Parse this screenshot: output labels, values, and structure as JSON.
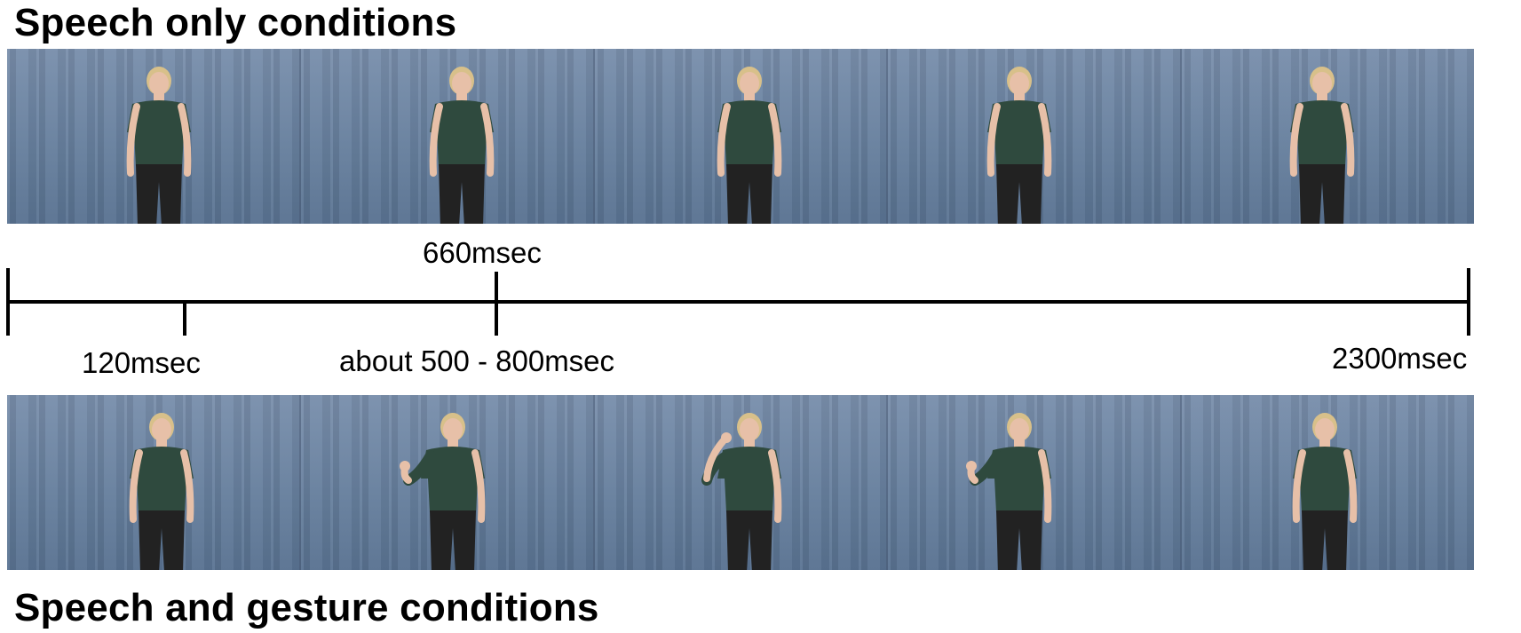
{
  "titles": {
    "top": "Speech only conditions",
    "bottom": "Speech and gesture conditions"
  },
  "strips": {
    "top": {
      "frames": [
        "neutral",
        "neutral",
        "neutral",
        "neutral",
        "neutral"
      ]
    },
    "bottom": {
      "frames": [
        "neutral",
        "gesture-low",
        "gesture-high",
        "gesture-low",
        "neutral"
      ]
    }
  },
  "timeline": {
    "labels": {
      "t660": "660msec",
      "t120": "120msec",
      "range": "about 500 - 800msec",
      "t2300": "2300msec"
    }
  },
  "colors": {
    "background": "#6f86a6",
    "shirt": "#2f4a3e",
    "pants": "#222222",
    "skin": "#e7c0a8",
    "hair": "#d8c08a"
  }
}
